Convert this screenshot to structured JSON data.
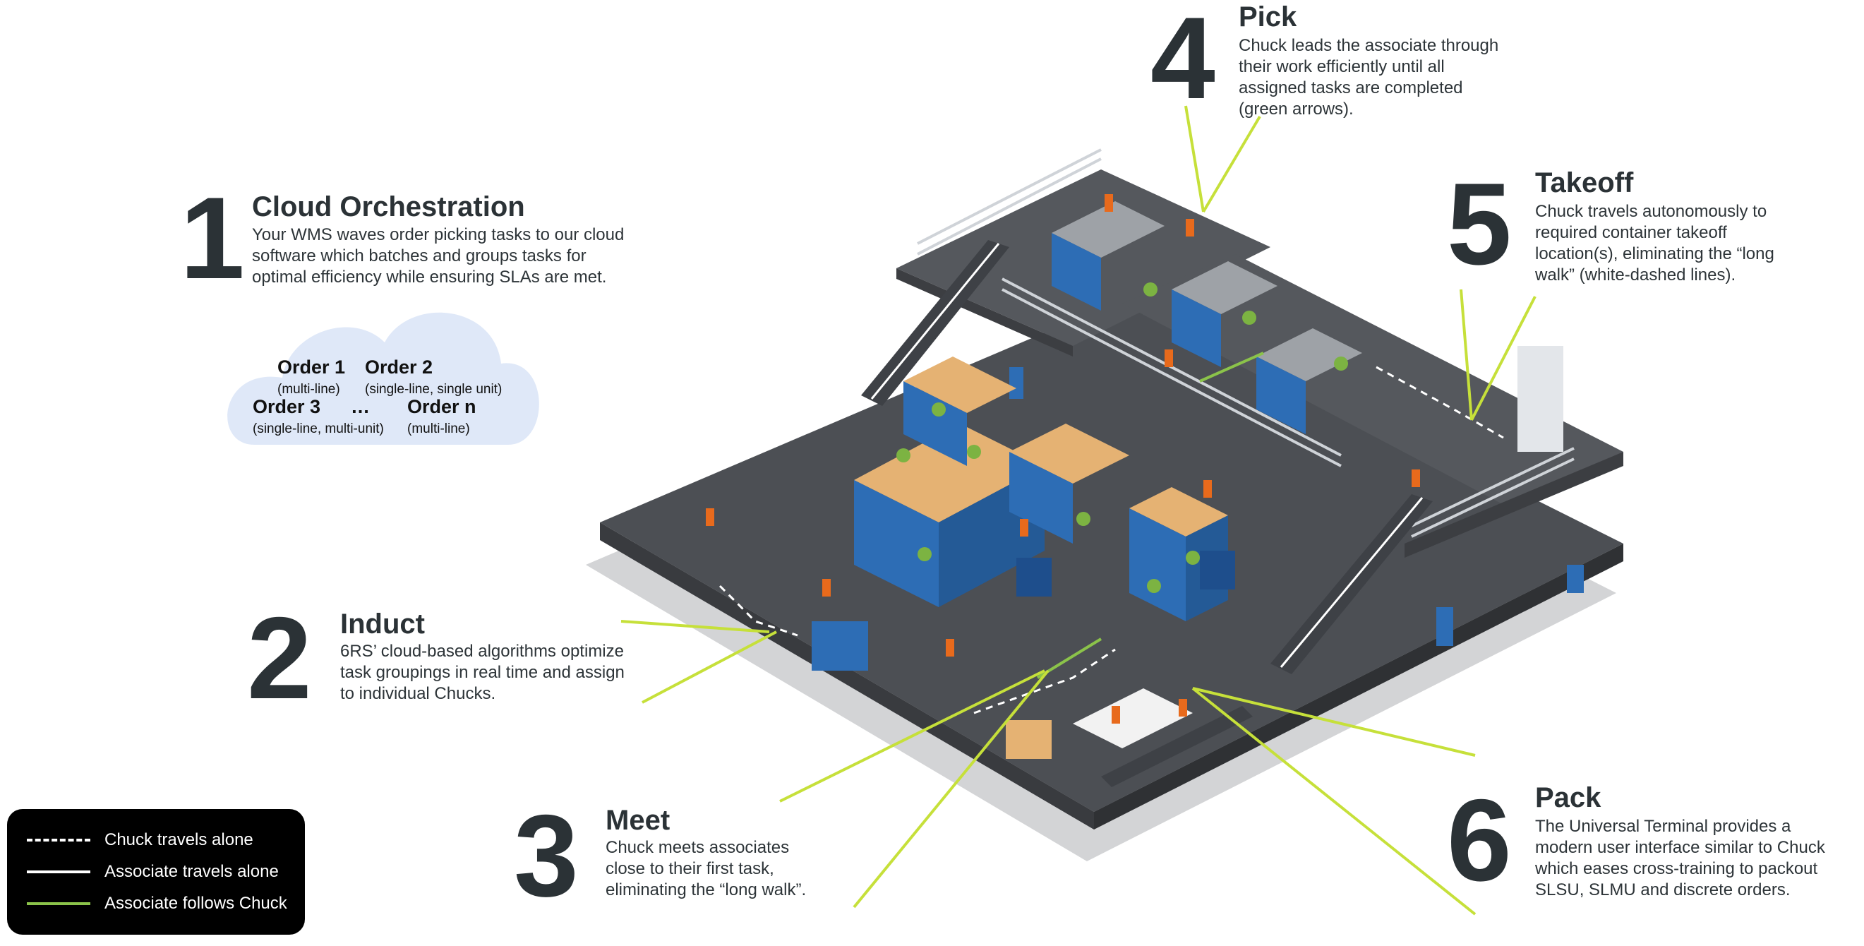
{
  "steps": {
    "s1": {
      "number": "1",
      "title": "Cloud Orchestration",
      "lines": [
        "Your WMS waves order picking tasks to our cloud",
        "software which batches and groups tasks for",
        "optimal efficiency while ensuring SLAs are met."
      ]
    },
    "s2": {
      "number": "2",
      "title": "Induct",
      "lines": [
        "6RS’ cloud-based algorithms optimize",
        "task groupings in real time and assign",
        "to individual Chucks."
      ]
    },
    "s3": {
      "number": "3",
      "title": "Meet",
      "lines": [
        "Chuck meets associates",
        "close to their first task,",
        "eliminating the “long walk”."
      ]
    },
    "s4": {
      "number": "4",
      "title": "Pick",
      "lines": [
        "Chuck leads the associate through",
        "their work efficiently until all",
        "assigned tasks are completed",
        "(green arrows)."
      ]
    },
    "s5": {
      "number": "5",
      "title": "Takeoff",
      "lines": [
        "Chuck travels autonomously to",
        "required container takeoff",
        "location(s), eliminating the “long",
        "walk” (white-dashed lines)."
      ]
    },
    "s6": {
      "number": "6",
      "title": "Pack",
      "lines": [
        "The Universal Terminal provides a",
        "modern user interface similar to Chuck",
        "which eases cross-training to packout",
        "SLSU, SLMU and discrete orders."
      ]
    }
  },
  "cloud": {
    "order1": "Order 1",
    "order1_sub": "(multi-line)",
    "order2": "Order 2",
    "order2_sub": "(single-line, single unit)",
    "order3": "Order 3",
    "order3_sub": "(single-line, multi-unit)",
    "ellipsis": "…",
    "ordern": "Order n",
    "ordern_sub": "(multi-line)"
  },
  "legend": {
    "items": [
      {
        "label": "Chuck travels alone",
        "style": "dashed",
        "color": "#ffffff"
      },
      {
        "label": "Associate travels alone",
        "style": "solid",
        "color": "#ffffff"
      },
      {
        "label": "Associate follows Chuck",
        "style": "solid",
        "color": "#8bc34a"
      }
    ]
  },
  "colors": {
    "floor": "#4a4d52",
    "floor_edge": "#3a3c40",
    "shadow": "#d6d7d9",
    "callout": "#c6e03a",
    "cloud": "#dfe8f8",
    "shelf": "#2d6db5",
    "box": "#e8b574",
    "associate_vest": "#e86a1c",
    "pin": "#7cb342"
  }
}
